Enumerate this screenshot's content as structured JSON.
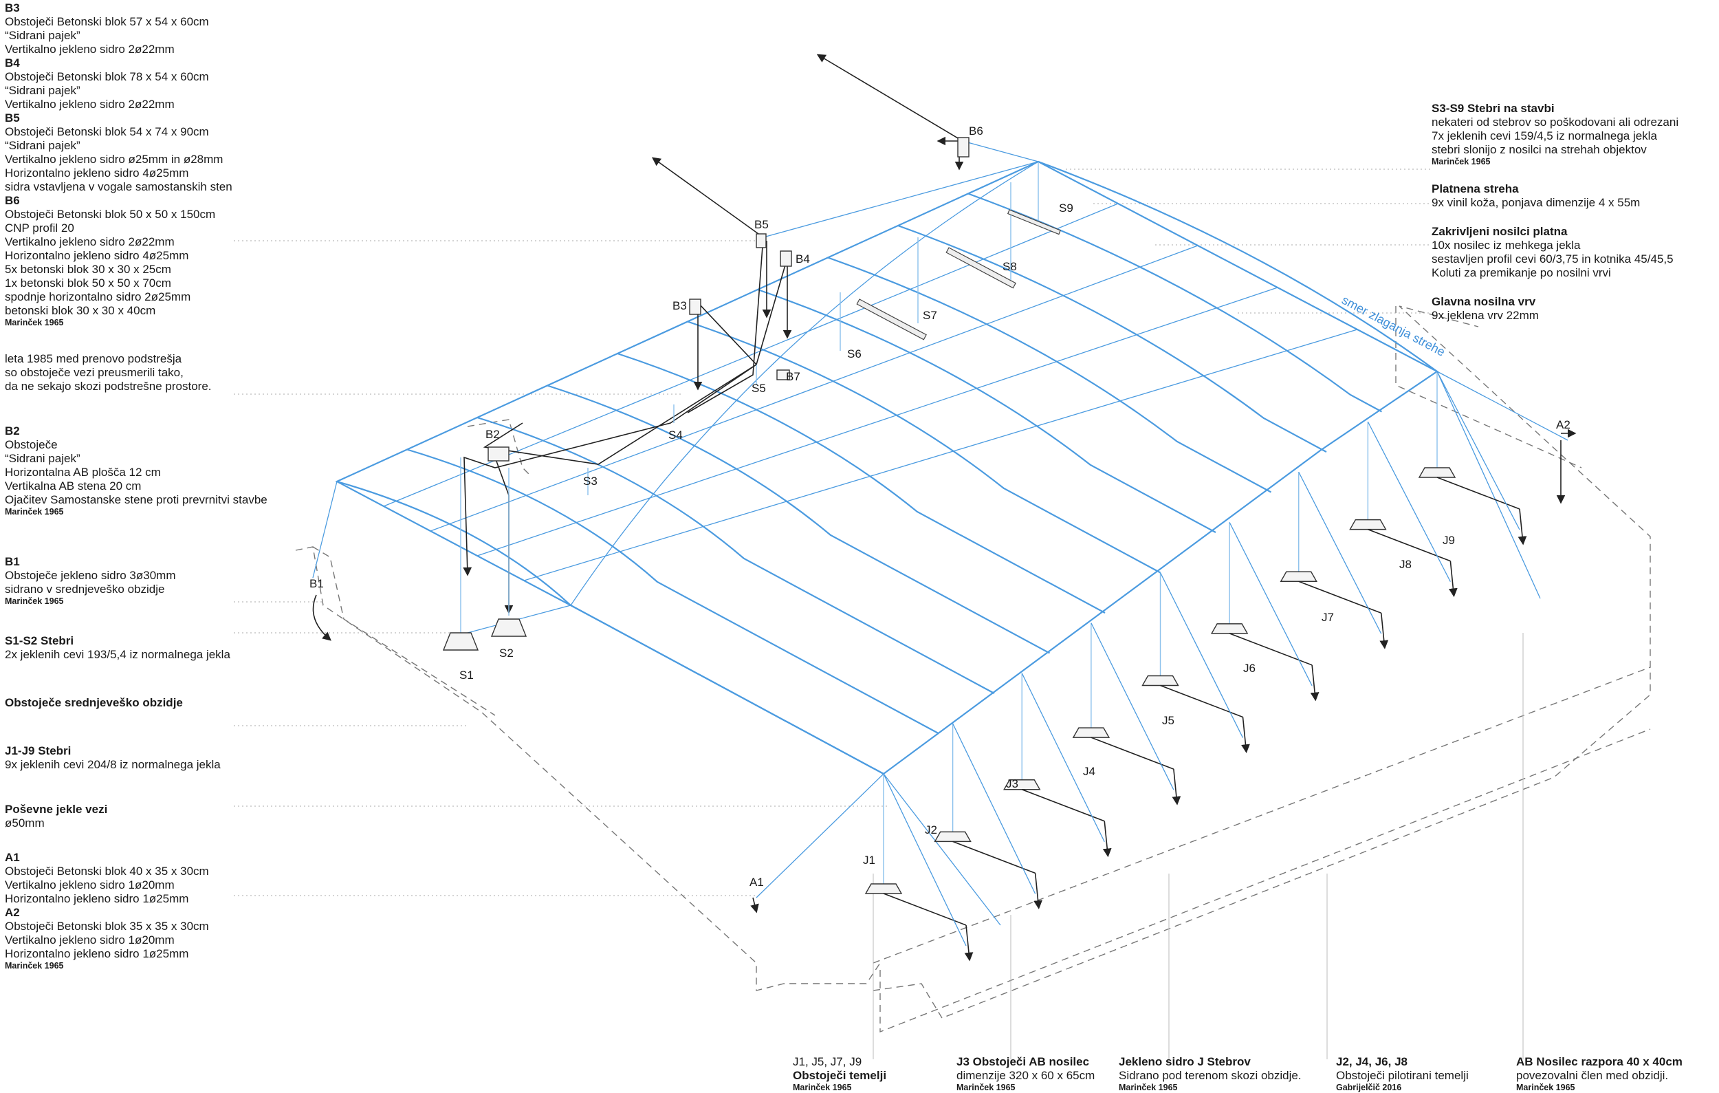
{
  "left_notes": [
    {
      "title": "B3",
      "lines": [
        "Obstoječi Betonski blok 57 x 54 x 60cm",
        "“Sidrani pajek”",
        "Vertikalno jekleno sidro 2ø22mm"
      ],
      "author": ""
    },
    {
      "title": "B4",
      "lines": [
        "Obstoječi Betonski blok 78 x 54 x 60cm",
        "“Sidrani pajek”",
        "Vertikalno jekleno sidro 2ø22mm"
      ],
      "author": ""
    },
    {
      "title": "B5",
      "lines": [
        "Obstoječi Betonski blok 54 x 74 x 90cm",
        "“Sidrani pajek”",
        "Vertikalno jekleno sidro ø25mm in ø28mm",
        "Horizontalno jekleno sidro 4ø25mm",
        "sidra vstavljena v vogale samostanskih sten"
      ],
      "author": ""
    },
    {
      "title": "B6",
      "lines": [
        "Obstoječi Betonski blok 50 x 50 x 150cm",
        "CNP profil 20",
        "Vertikalno jekleno sidro 2ø22mm",
        "Horizontalno jekleno sidro 4ø25mm",
        "5x betonski blok 30 x 30 x 25cm",
        "1x betonski blok 50 x 50 x 70cm",
        "spodnje horizontalno sidro 2ø25mm",
        "betonski blok 30 x 30 x 40cm"
      ],
      "author": "Marinček 1965"
    },
    {
      "title": "",
      "lines": [
        "leta 1985 med prenovo podstrešja",
        "so obstoječe vezi preusmerili tako,",
        "da ne sekajo skozi podstrešne prostore."
      ],
      "author": ""
    },
    {
      "title": "B2",
      "lines": [
        "Obstoječe",
        "“Sidrani pajek”",
        "Horizontalna AB plošča 12 cm",
        "Vertikalna AB stena 20 cm",
        "Ojačitev Samostanske stene proti prevrnitvi stavbe"
      ],
      "author": "Marinček 1965"
    },
    {
      "title": "B1",
      "lines": [
        "Obstoječe jekleno sidro 3ø30mm",
        "sidrano v srednjeveško obzidje"
      ],
      "author": "Marinček 1965"
    },
    {
      "title": "S1-S2 Stebri",
      "lines": [
        "2x jeklenih cevi 193/5,4 iz normalnega jekla"
      ],
      "author": ""
    },
    {
      "title": "Obstoječe srednjeveško obzidje",
      "lines": [],
      "author": ""
    },
    {
      "title": "J1-J9 Stebri",
      "lines": [
        "9x jeklenih cevi 204/8 iz normalnega jekla"
      ],
      "author": ""
    },
    {
      "title": "Poševne jekle vezi",
      "lines": [
        "ø50mm"
      ],
      "author": ""
    },
    {
      "title": "A1",
      "lines": [
        "Obstoječi Betonski blok 40 x 35 x 30cm",
        "Vertikalno jekleno sidro 1ø20mm",
        "Horizontalno jekleno sidro 1ø25mm"
      ],
      "author": ""
    },
    {
      "title": "A2",
      "lines": [
        "Obstoječi Betonski blok 35 x 35 x 30cm",
        "Vertikalno jekleno sidro 1ø20mm",
        "Horizontalno jekleno sidro 1ø25mm"
      ],
      "author": "Marinček 1965"
    }
  ],
  "right_notes": [
    {
      "title": "S3-S9 Stebri na stavbi",
      "lines": [
        "nekateri od stebrov so poškodovani ali odrezani",
        "7x jeklenih cevi 159/4,5 iz normalnega jekla",
        "stebri slonijo z nosilci na strehah objektov"
      ],
      "author": "Marinček 1965"
    },
    {
      "title": "Platnena streha",
      "lines": [
        "9x vinil koža, ponjava dimenzije 4 x 55m"
      ],
      "author": ""
    },
    {
      "title": "Zakrivljeni nosilci platna",
      "lines": [
        "10x nosilec iz mehkega jekla",
        "sestavljen profil cevi 60/3,75 in kotnika 45/45,5",
        "Koluti za premikanje po nosilni vrvi"
      ],
      "author": ""
    },
    {
      "title": "Glavna nosilna vrv",
      "lines": [
        "9x jeklena vrv 22mm"
      ],
      "author": ""
    }
  ],
  "bottom_notes": [
    {
      "lines": [
        "J1, J5, J7, J9"
      ],
      "title": "Obstoječi temelji",
      "author": "Marinček 1965"
    },
    {
      "title": "J3 Obstoječi AB nosilec",
      "lines": [
        "dimenzije 320 x 60 x 65cm"
      ],
      "author": "Marinček 1965"
    },
    {
      "title": "Jekleno sidro J Stebrov",
      "lines": [
        "Sidrano pod terenom skozi obzidje."
      ],
      "author": "Marinček 1965"
    },
    {
      "title": "J2, J4, J6, J8",
      "lines": [
        "Obstoječi pilotirani temelji"
      ],
      "author": "Gabrijelčič 2016"
    },
    {
      "title": "AB Nosilec razpora 40 x 40cm",
      "lines": [
        "povezovalni člen med obzidji."
      ],
      "author": "Marinček 1965"
    }
  ],
  "diagram_labels": {
    "B1": "B1",
    "B2": "B2",
    "B3": "B3",
    "B4": "B4",
    "B5": "B5",
    "B6": "B6",
    "B7": "B7",
    "S1": "S1",
    "S2": "S2",
    "S3": "S3",
    "S4": "S4",
    "S5": "S5",
    "S6": "S6",
    "S7": "S7",
    "S8": "S8",
    "S9": "S9",
    "J1": "J1",
    "J2": "J2",
    "J3": "J3",
    "J4": "J4",
    "J5": "J5",
    "J6": "J6",
    "J7": "J7",
    "J8": "J8",
    "J9": "J9",
    "A1": "A1",
    "A2": "A2",
    "direction": "smer zlaganja strehe"
  },
  "colors": {
    "roof": "#4b9be0",
    "structure": "#222222",
    "wall": "#777777"
  }
}
